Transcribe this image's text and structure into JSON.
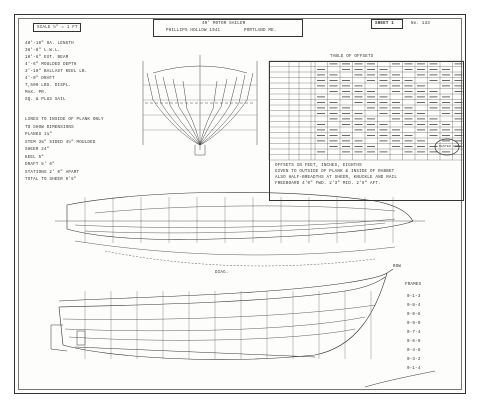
{
  "header": {
    "scale_label": "SCALE ½\" = 1 FT",
    "title_line1": "40' MOTOR SAILER",
    "title_line2": "PHILLIPS  HOLLOW  1941",
    "title_line3": "PORTLAND  ME.",
    "sheet_label": "SHEET 1",
    "sheet_number": "No. 133"
  },
  "specs_top": [
    "40'-10\" OA. LENGTH",
    "36'-8\"  L.W.L.",
    "10'-6\"  EXT. BEAM",
    "4'-6\"  MOULDED DEPTH",
    "3'-10\"  BALLAST KEEL LB.",
    "4'-0\"  DRAFT",
    "7,500 LBS. DISPL.",
    "MAX. PR.",
    "SQ. & PLUS SAIL"
  ],
  "specs_mid": [
    "LINES TO INSIDE OF PLANK ONLY",
    "TO SHOW DIMENSIONS",
    "PLANKS  1¼\"",
    "STEM  3¾\" SIDED 4½\" MOULDED",
    "SHEER  24\"",
    "KEEL  5\"",
    "DRAFT  5' 6\"",
    "STATIONS  2' 0\" APART",
    "TOTAL  TO SHEER 9'6\""
  ],
  "table": {
    "header": "TABLE  OF  OFFSETS",
    "stamp_text": "MASTER COPY",
    "notes": [
      "OFFSETS IN FEET, INCHES, EIGHTHS",
      "GIVEN TO OUTSIDE OF PLANK & INSIDE OF RABBET",
      "ALSO HALF-BREADTHS AT SHEER, KNUCKLE AND RAIL",
      "FREEBOARD  4'0\" FWD.  2'3\" MID.  2'9\" AFT."
    ]
  },
  "profile_note": "DIAG.",
  "outboard_label": "BOW",
  "scale_table": {
    "title": "FRAMES",
    "rows": [
      "0-1-3",
      "0-8-4",
      "0-9-6",
      "0-9-0",
      "0-7-4",
      "0-6-0",
      "0-4-6",
      "0-3-2",
      "0-1-4"
    ]
  },
  "colors": {
    "ink": "#222222",
    "paper": "#fdfdfb",
    "grid": "#999999"
  }
}
